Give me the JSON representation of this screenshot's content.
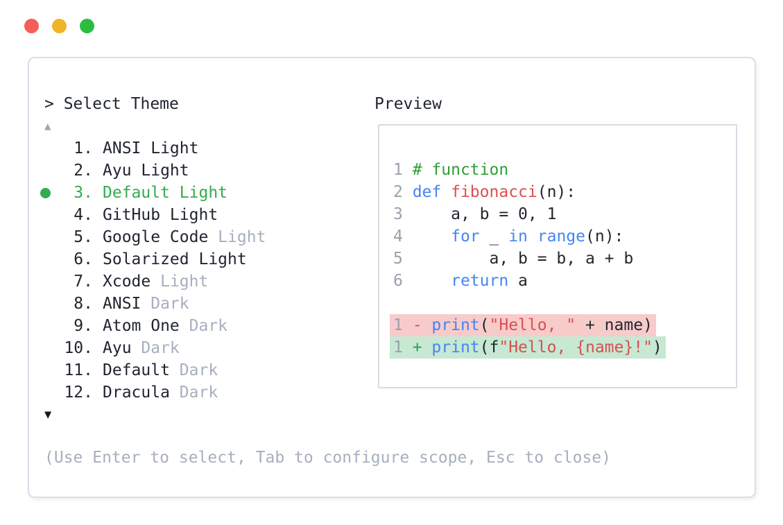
{
  "window": {
    "traffic_lights": [
      {
        "name": "close",
        "color": "#f55e57"
      },
      {
        "name": "minimize",
        "color": "#f2b32b"
      },
      {
        "name": "zoom",
        "color": "#2abd42"
      }
    ]
  },
  "theme_picker": {
    "prompt": "> Select Theme",
    "scroll_up_icon": "▲",
    "scroll_down_icon": "▼",
    "items": [
      {
        "num": "1.",
        "name": "ANSI Light",
        "suffix": ""
      },
      {
        "num": "2.",
        "name": "Ayu Light",
        "suffix": ""
      },
      {
        "num": "3.",
        "name": "Default Light",
        "suffix": "",
        "selected": true
      },
      {
        "num": "4.",
        "name": "GitHub Light",
        "suffix": ""
      },
      {
        "num": "5.",
        "name": "Google Code",
        "suffix": " Light"
      },
      {
        "num": "6.",
        "name": "Solarized Light",
        "suffix": ""
      },
      {
        "num": "7.",
        "name": "Xcode",
        "suffix": " Light"
      },
      {
        "num": "8.",
        "name": "ANSI",
        "suffix": " Dark"
      },
      {
        "num": "9.",
        "name": "Atom One",
        "suffix": " Dark"
      },
      {
        "num": "10.",
        "name": "Ayu",
        "suffix": " Dark"
      },
      {
        "num": "11.",
        "name": "Default",
        "suffix": " Dark"
      },
      {
        "num": "12.",
        "name": "Dracula",
        "suffix": " Dark"
      }
    ],
    "hint": "(Use Enter to select, Tab to configure scope, Esc to close)"
  },
  "preview": {
    "label": "Preview",
    "code_lines": [
      {
        "num": "1",
        "tokens": [
          {
            "c": "com",
            "t": "# function"
          }
        ]
      },
      {
        "num": "2",
        "tokens": [
          {
            "c": "kw",
            "t": "def"
          },
          {
            "c": "plain",
            "t": " "
          },
          {
            "c": "fn",
            "t": "fibonacci"
          },
          {
            "c": "plain",
            "t": "(n):"
          }
        ]
      },
      {
        "num": "3",
        "tokens": [
          {
            "c": "plain",
            "t": "    a, b = 0, 1"
          }
        ]
      },
      {
        "num": "4",
        "tokens": [
          {
            "c": "plain",
            "t": "    "
          },
          {
            "c": "kw",
            "t": "for"
          },
          {
            "c": "plain",
            "t": " _ "
          },
          {
            "c": "kw",
            "t": "in"
          },
          {
            "c": "plain",
            "t": " "
          },
          {
            "c": "kw",
            "t": "range"
          },
          {
            "c": "plain",
            "t": "(n):"
          }
        ]
      },
      {
        "num": "5",
        "tokens": [
          {
            "c": "plain",
            "t": "        a, b = b, a + b"
          }
        ]
      },
      {
        "num": "6",
        "tokens": [
          {
            "c": "plain",
            "t": "    "
          },
          {
            "c": "kw",
            "t": "return"
          },
          {
            "c": "plain",
            "t": " a"
          }
        ]
      },
      {
        "num": "",
        "tokens": []
      },
      {
        "num": "1",
        "tokens": [
          {
            "c": "minus",
            "t": "- "
          },
          {
            "c": "kw",
            "t": "print"
          },
          {
            "c": "plain",
            "t": "("
          },
          {
            "c": "str",
            "t": "\"Hello, \""
          },
          {
            "c": "plain",
            "t": " + name)"
          }
        ]
      },
      {
        "num": "1",
        "tokens": [
          {
            "c": "plus",
            "t": "+ "
          },
          {
            "c": "kw",
            "t": "print"
          },
          {
            "c": "plain",
            "t": "(f"
          },
          {
            "c": "str",
            "t": "\"Hello, {name}!\""
          },
          {
            "c": "plain",
            "t": ")"
          }
        ]
      }
    ]
  },
  "colors": {
    "selected_green": "#34ab4e",
    "comment_green": "#2f9e35",
    "keyword_blue": "#4584f4",
    "string_red": "#d94f4f",
    "muted_gray": "#a6afbf",
    "line_number_gray": "#99a1ac",
    "diff_removed_bg": "#f8cbcb",
    "diff_added_bg": "#c7e8d3",
    "panel_border": "#d9dee7",
    "text_dark": "#1f242e"
  }
}
